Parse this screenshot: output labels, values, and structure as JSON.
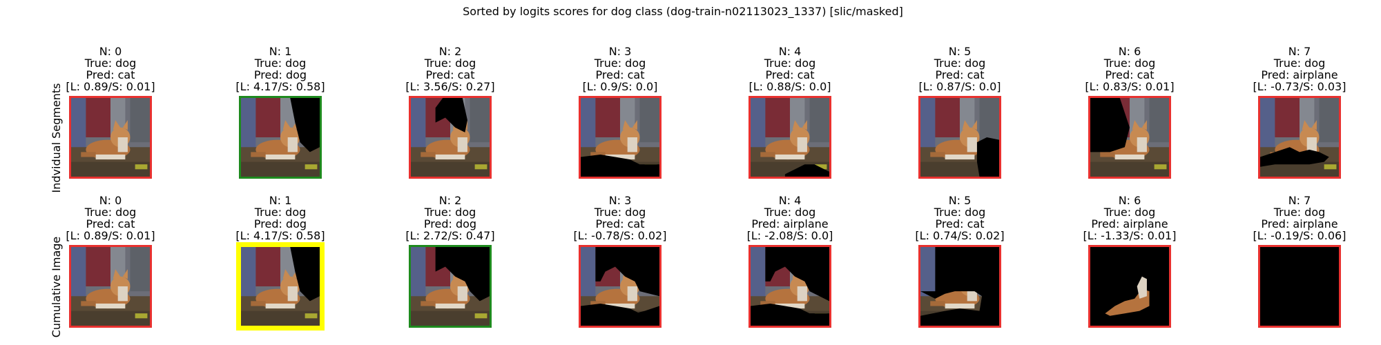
{
  "title": "Sorted by logits scores for dog class (dog-train-n02113023_1337) [slic/masked]",
  "colors": {
    "red": "#e8312f",
    "green": "#1e8a1e",
    "yellow": "#ffff00",
    "black": "#000000"
  },
  "row_labels": [
    "Indvidual Segments",
    "Cumulative Image"
  ],
  "chart_data": {
    "type": "image-grid",
    "title": "Sorted by logits scores for dog class (dog-train-n02113023_1337) [slic/masked]",
    "rows": [
      {
        "label": "Indvidual Segments",
        "cells": [
          {
            "n": "N: 0",
            "true": "True: dog",
            "pred": "Pred: cat",
            "scores": "[L: 0.89/S: 0.01]",
            "logit": 0.89,
            "softmax": 0.01,
            "border": "red",
            "mask": "i0"
          },
          {
            "n": "N: 1",
            "true": "True: dog",
            "pred": "Pred: dog",
            "scores": "[L: 4.17/S: 0.58]",
            "logit": 4.17,
            "softmax": 0.58,
            "border": "green",
            "mask": "i1"
          },
          {
            "n": "N: 2",
            "true": "True: dog",
            "pred": "Pred: cat",
            "scores": "[L: 3.56/S: 0.27]",
            "logit": 3.56,
            "softmax": 0.27,
            "border": "red",
            "mask": "i2"
          },
          {
            "n": "N: 3",
            "true": "True: dog",
            "pred": "Pred: cat",
            "scores": "[L: 0.9/S: 0.0]",
            "logit": 0.9,
            "softmax": 0.0,
            "border": "red",
            "mask": "i3"
          },
          {
            "n": "N: 4",
            "true": "True: dog",
            "pred": "Pred: cat",
            "scores": "[L: 0.88/S: 0.0]",
            "logit": 0.88,
            "softmax": 0.0,
            "border": "red",
            "mask": "i4"
          },
          {
            "n": "N: 5",
            "true": "True: dog",
            "pred": "Pred: cat",
            "scores": "[L: 0.87/S: 0.0]",
            "logit": 0.87,
            "softmax": 0.0,
            "border": "red",
            "mask": "i5"
          },
          {
            "n": "N: 6",
            "true": "True: dog",
            "pred": "Pred: cat",
            "scores": "[L: 0.83/S: 0.01]",
            "logit": 0.83,
            "softmax": 0.01,
            "border": "red",
            "mask": "i6"
          },
          {
            "n": "N: 7",
            "true": "True: dog",
            "pred": "Pred: airplane",
            "scores": "[L: -0.73/S: 0.03]",
            "logit": -0.73,
            "softmax": 0.03,
            "border": "red",
            "mask": "i7"
          }
        ]
      },
      {
        "label": "Cumulative Image",
        "cells": [
          {
            "n": "N: 0",
            "true": "True: dog",
            "pred": "Pred: cat",
            "scores": "[L: 0.89/S: 0.01]",
            "logit": 0.89,
            "softmax": 0.01,
            "border": "red",
            "mask": "c0"
          },
          {
            "n": "N: 1",
            "true": "True: dog",
            "pred": "Pred: dog",
            "scores": "[L: 4.17/S: 0.58]",
            "logit": 4.17,
            "softmax": 0.58,
            "border": "yellow",
            "mask": "c1"
          },
          {
            "n": "N: 2",
            "true": "True: dog",
            "pred": "Pred: dog",
            "scores": "[L: 2.72/S: 0.47]",
            "logit": 2.72,
            "softmax": 0.47,
            "border": "green",
            "mask": "c2"
          },
          {
            "n": "N: 3",
            "true": "True: dog",
            "pred": "Pred: cat",
            "scores": "[L: -0.78/S: 0.02]",
            "logit": -0.78,
            "softmax": 0.02,
            "border": "red",
            "mask": "c3"
          },
          {
            "n": "N: 4",
            "true": "True: dog",
            "pred": "Pred: airplane",
            "scores": "[L: -2.08/S: 0.0]",
            "logit": -2.08,
            "softmax": 0.0,
            "border": "red",
            "mask": "c4"
          },
          {
            "n": "N: 5",
            "true": "True: dog",
            "pred": "Pred: cat",
            "scores": "[L: 0.74/S: 0.02]",
            "logit": 0.74,
            "softmax": 0.02,
            "border": "red",
            "mask": "c5"
          },
          {
            "n": "N: 6",
            "true": "True: dog",
            "pred": "Pred: airplane",
            "scores": "[L: -1.33/S: 0.01]",
            "logit": -1.33,
            "softmax": 0.01,
            "border": "red",
            "mask": "c6"
          },
          {
            "n": "N: 7",
            "true": "True: dog",
            "pred": "Pred: airplane",
            "scores": "[L: -0.19/S: 0.06]",
            "logit": -0.19,
            "softmax": 0.06,
            "border": "red",
            "mask": "c7"
          }
        ]
      }
    ]
  }
}
